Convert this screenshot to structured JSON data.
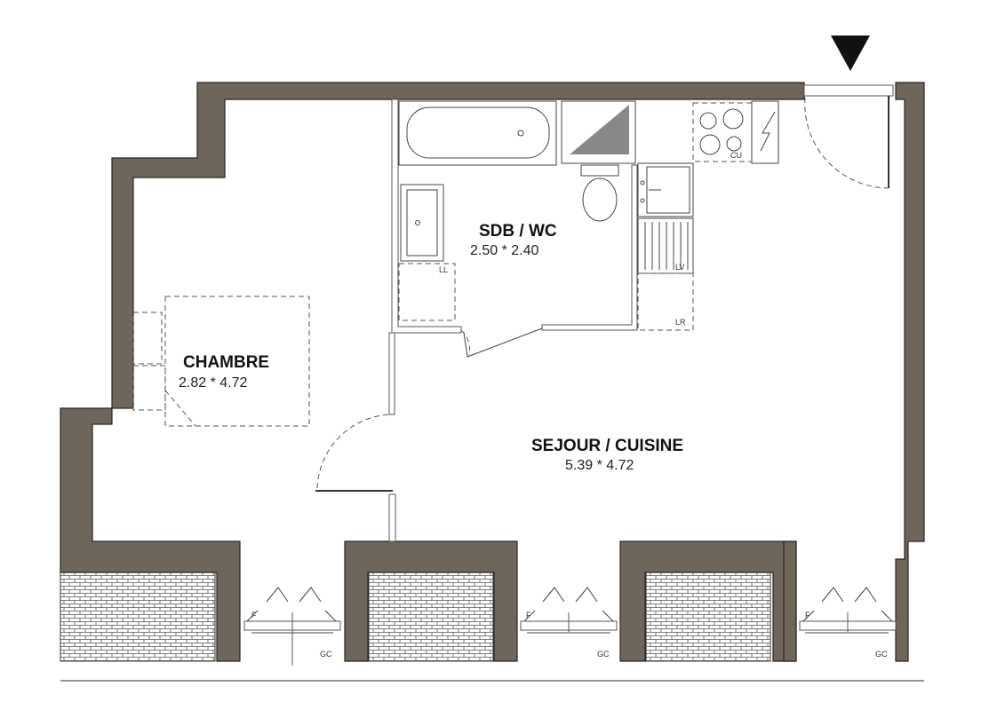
{
  "rooms": {
    "chambre": {
      "name": "CHAMBRE",
      "dims": "2.82 * 4.72"
    },
    "sdb": {
      "name": "SDB / WC",
      "dims": "2.50 * 2.40"
    },
    "sejour": {
      "name": "SEJOUR / CUISINE",
      "dims": "5.39 * 4.72"
    }
  },
  "fixtures": {
    "cooktop": "CU",
    "dishwasher": "LV",
    "fridge": "LR",
    "washing_machine": "LL",
    "railing": "GC",
    "window": "F"
  },
  "colors": {
    "wall": "#6e655b",
    "wall_outline": "#2a2520",
    "brick": "#d9d9d9"
  }
}
